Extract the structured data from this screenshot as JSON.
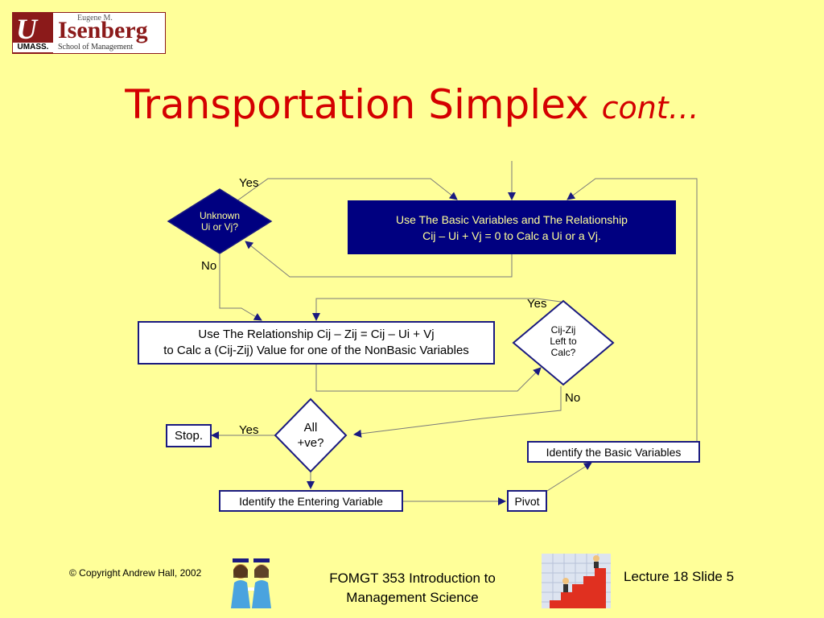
{
  "logo": {
    "eugene": "Eugene M.",
    "name": "Isenberg",
    "school": "School of Management",
    "umass": "UMASS.",
    "u": "U"
  },
  "slide": {
    "title": "Transportation Simplex",
    "title_suffix": "cont…"
  },
  "flowchart": {
    "unknown_decision": "Unknown\nUi or Vj?",
    "calc_basic": "Use The Basic Variables and The Relationship\nCij – Ui + Vj = 0 to Calc a Ui or a Vj.",
    "calc_nonbasic": "Use The Relationship Cij – Zij = Cij – Ui + Vj\nto Calc a (Cij-Zij) Value for one of the NonBasic Variables",
    "cz_decision": "Cij-Zij\nLeft to\nCalc?",
    "all_positive": "All\n+ve?",
    "stop": "Stop.",
    "entering": "Identify the Entering Variable",
    "pivot": "Pivot",
    "identify_basic": "Identify the Basic Variables",
    "yes_1": "Yes",
    "no_1": "No",
    "yes_2": "Yes",
    "no_2": "No",
    "yes_3": "Yes"
  },
  "footer": {
    "copyright": "© Copyright Andrew Hall, 2002",
    "course": "FOMGT 353 Introduction to\nManagement Science",
    "lecture": "Lecture 18 Slide 5"
  },
  "colors": {
    "background": "#ffff99",
    "title": "#d40000",
    "dark_box": "#000080",
    "line": "#1a1a80"
  }
}
